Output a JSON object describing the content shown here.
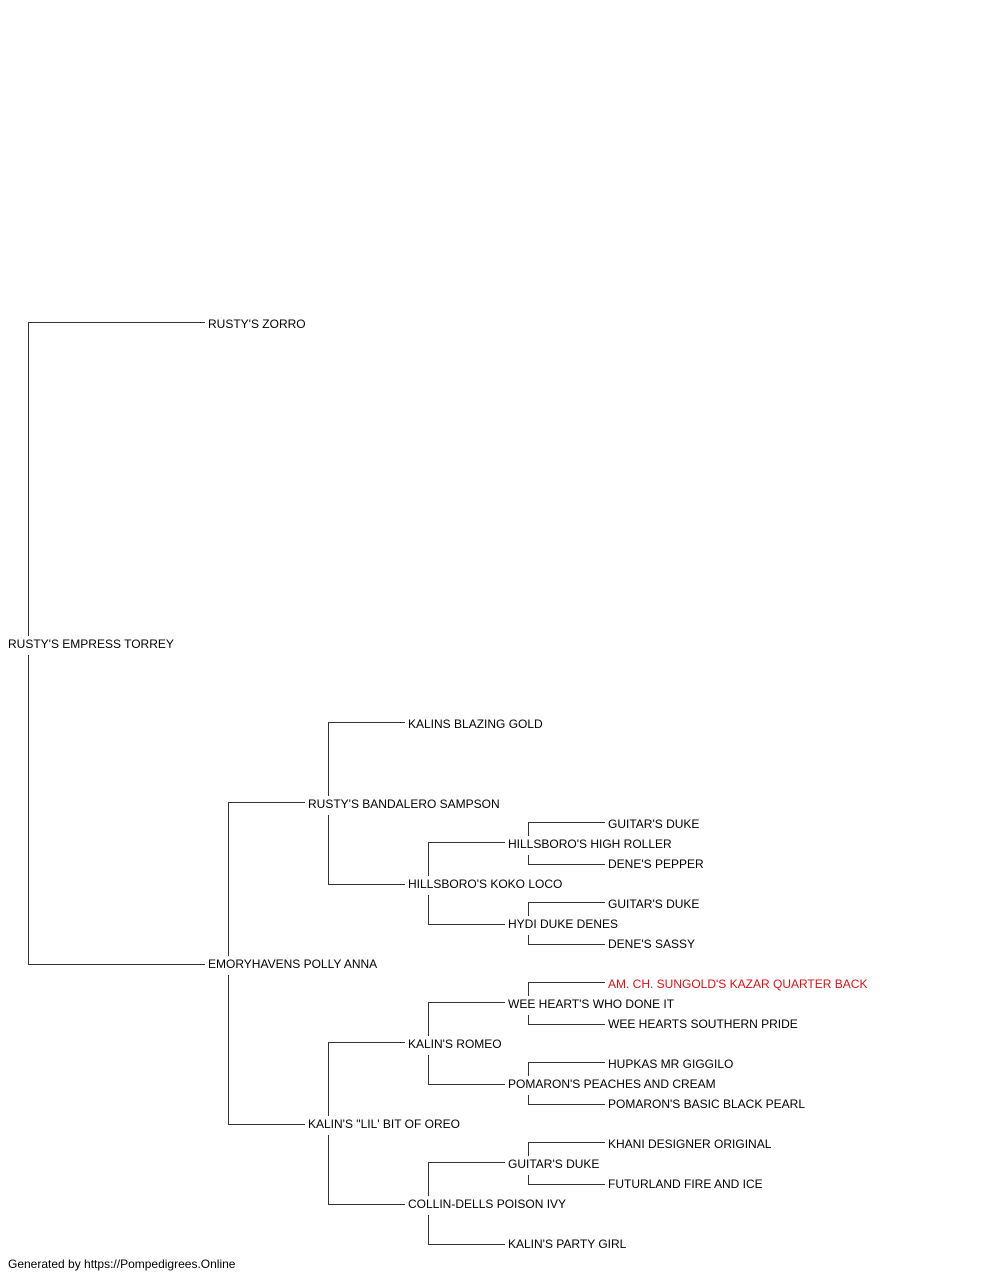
{
  "colors": {
    "line": "#333333",
    "text": "#000000",
    "highlight": "#dd1111"
  },
  "pedigree": {
    "subject": "RUSTY'S EMPRESS TORREY",
    "sire": "RUSTY'S ZORRO",
    "dam": "EMORYHAVENS POLLY ANNA",
    "dam_sire": "RUSTY'S BANDALERO SAMPSON",
    "dam_sire_sire": "KALINS BLAZING GOLD",
    "dam_sire_dam": "HILLSBORO'S KOKO LOCO",
    "dam_sire_dam_sire": "HILLSBORO'S HIGH ROLLER",
    "dam_sire_dam_sire_sire": "GUITAR'S DUKE",
    "dam_sire_dam_sire_dam": "DENE'S PEPPER",
    "dam_sire_dam_dam": "HYDI DUKE DENES",
    "dam_sire_dam_dam_sire": "GUITAR'S DUKE",
    "dam_sire_dam_dam_dam": "DENE'S SASSY",
    "dam_dam": "KALIN'S \"LIL' BIT OF OREO",
    "dam_dam_sire": "KALIN'S ROMEO",
    "dam_dam_sire_sire": "WEE HEART'S WHO DONE IT",
    "dam_dam_sire_sire_sire": "AM. CH. SUNGOLD'S KAZAR QUARTER BACK",
    "dam_dam_sire_sire_dam": "WEE HEARTS SOUTHERN PRIDE",
    "dam_dam_sire_dam": "POMARON'S PEACHES AND CREAM",
    "dam_dam_sire_dam_sire": "HUPKAS MR GIGGILO",
    "dam_dam_sire_dam_dam": "POMARON'S BASIC BLACK PEARL",
    "dam_dam_dam": "COLLIN-DELLS POISON IVY",
    "dam_dam_dam_sire": "GUITAR'S DUKE",
    "dam_dam_dam_sire_sire": "KHANI DESIGNER ORIGINAL",
    "dam_dam_dam_sire_dam": "FUTURLAND FIRE AND ICE",
    "dam_dam_dam_dam": "KALIN'S PARTY GIRL"
  },
  "footer": "Generated by https://Pompedigrees.Online"
}
